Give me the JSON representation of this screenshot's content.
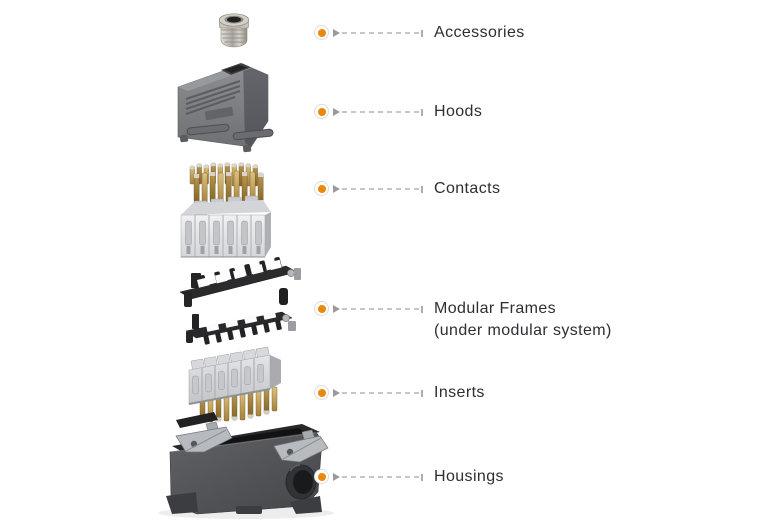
{
  "page": {
    "background": "#ffffff"
  },
  "colors": {
    "accent_orange": "#E8890B",
    "leader_gray": "#C6C6C6",
    "marker_gray": "#9B9B9B",
    "text_dark": "#2E2E33"
  },
  "callouts": [
    {
      "id": "accessories",
      "label": "Accessories"
    },
    {
      "id": "hoods",
      "label": "Hoods"
    },
    {
      "id": "contacts",
      "label": "Contacts"
    },
    {
      "id": "modular-frames",
      "label": "Modular Frames",
      "sublabel": "(under modular system)"
    },
    {
      "id": "inserts",
      "label": "Inserts"
    },
    {
      "id": "housings",
      "label": "Housings"
    }
  ],
  "diagram": {
    "components": [
      "cable-gland",
      "hood",
      "crimp-contacts",
      "insert-block",
      "modular-frame-upper",
      "modular-frame-lower",
      "crimp-contact-row",
      "insert-modules",
      "housing-base"
    ]
  }
}
